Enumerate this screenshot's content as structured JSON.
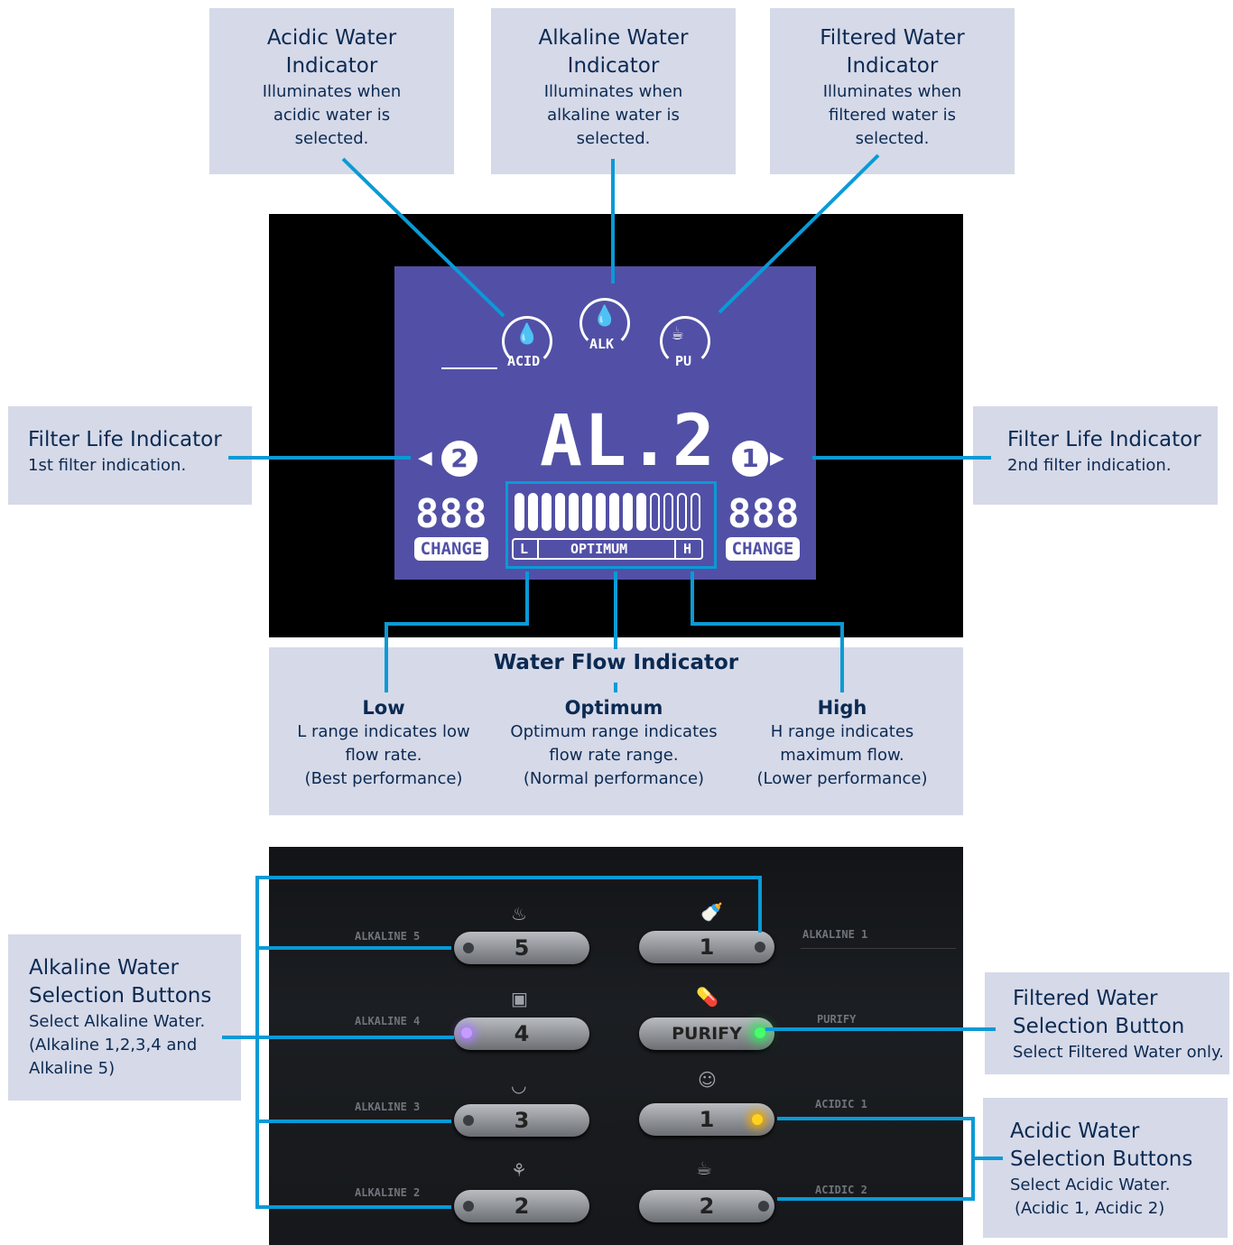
{
  "callouts": {
    "acidic_indicator": {
      "title_line1": "Acidic Water",
      "title_line2": "Indicator",
      "desc_line1": "Illuminates when",
      "desc_line2": "acidic water is",
      "desc_line3": "selected."
    },
    "alkaline_indicator": {
      "title_line1": "Alkaline Water",
      "title_line2": "Indicator",
      "desc_line1": "Illuminates when",
      "desc_line2": "alkaline water is",
      "desc_line3": "selected."
    },
    "filtered_indicator": {
      "title_line1": "Filtered Water",
      "title_line2": "Indicator",
      "desc_line1": "Illuminates when",
      "desc_line2": "filtered water is",
      "desc_line3": "selected."
    },
    "filter_life_left": {
      "title": "Filter Life Indicator",
      "desc": "1st filter indication."
    },
    "filter_life_right": {
      "title": "Filter Life Indicator",
      "desc": "2nd filter indication."
    },
    "water_flow": {
      "title": "Water Flow Indicator",
      "low": {
        "title": "Low",
        "line1": "L range indicates low",
        "line2": "flow rate.",
        "line3": "(Best performance)"
      },
      "optimum": {
        "title": "Optimum",
        "line1": "Optimum range indicates",
        "line2": "flow rate range.",
        "line3": "(Normal performance)"
      },
      "high": {
        "title": "High",
        "line1": "H range indicates",
        "line2": "maximum flow.",
        "line3": "(Lower performance)"
      }
    },
    "alkaline_buttons": {
      "title_line1": "Alkaline Water",
      "title_line2": "Selection Buttons",
      "line1": "Select Alkaline Water.",
      "line2": "(Alkaline 1,2,3,4 and",
      "line3": "Alkaline 5)"
    },
    "filtered_button": {
      "title_line1": "Filtered Water",
      "title_line2": "Selection Button",
      "line1": "Select Filtered Water only."
    },
    "acidic_buttons": {
      "title_line1": "Acidic Water",
      "title_line2": "Selection Buttons",
      "line1": "Select Acidic Water.",
      "line2": "(Acidic 1, Acidic 2)"
    }
  },
  "lcd": {
    "acid_label": "ACID",
    "alk_label": "ALK",
    "pu_label": "PU",
    "mode_text": "AL.2",
    "filter_left_num": "2",
    "filter_right_num": "1",
    "left_counter": "888",
    "right_counter": "888",
    "change_label": "CHANGE",
    "flow_low": "L",
    "flow_mid": "OPTIMUM",
    "flow_high": "H",
    "flow_level": {
      "filled": 10,
      "total": 14
    }
  },
  "panel": {
    "left_buttons": [
      {
        "label": "ALKALINE 5",
        "value": "5"
      },
      {
        "label": "ALKALINE 4",
        "value": "4"
      },
      {
        "label": "ALKALINE 3",
        "value": "3"
      },
      {
        "label": "ALKALINE 2",
        "value": "2"
      }
    ],
    "right_buttons": [
      {
        "label": "ALKALINE 1",
        "value": "1"
      },
      {
        "label": "PURIFY",
        "value": "PURIFY"
      },
      {
        "label": "ACIDIC 1",
        "value": "1"
      },
      {
        "label": "ACIDIC 2",
        "value": "2"
      }
    ],
    "led_colors": {
      "alkaline4": "#c59cff",
      "purify": "#46ff6a",
      "acidic1": "#ffd21f"
    }
  },
  "colors": {
    "callout_bg": "#d6d9e8",
    "leader": "#0a9ad6",
    "lcd_bg": "#5150a6",
    "text": "#0b2a52"
  }
}
